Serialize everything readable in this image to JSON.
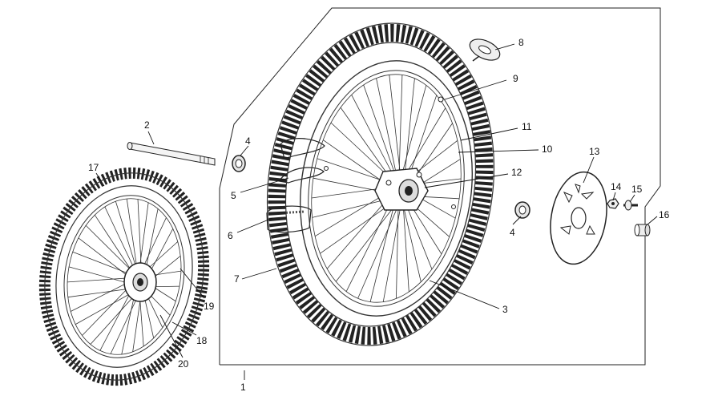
{
  "callouts": [
    {
      "id": "c1",
      "text": "1"
    },
    {
      "id": "c2",
      "text": "2"
    },
    {
      "id": "c3",
      "text": "3"
    },
    {
      "id": "c4a",
      "text": "4"
    },
    {
      "id": "c4b",
      "text": "4"
    },
    {
      "id": "c5",
      "text": "5"
    },
    {
      "id": "c6",
      "text": "6"
    },
    {
      "id": "c7",
      "text": "7"
    },
    {
      "id": "c8",
      "text": "8"
    },
    {
      "id": "c9",
      "text": "9"
    },
    {
      "id": "c10",
      "text": "10"
    },
    {
      "id": "c11",
      "text": "11"
    },
    {
      "id": "c12",
      "text": "12"
    },
    {
      "id": "c13",
      "text": "13"
    },
    {
      "id": "c14",
      "text": "14"
    },
    {
      "id": "c15",
      "text": "15"
    },
    {
      "id": "c16",
      "text": "16"
    },
    {
      "id": "c17",
      "text": "17"
    },
    {
      "id": "c18",
      "text": "18"
    },
    {
      "id": "c19",
      "text": "19"
    },
    {
      "id": "c20",
      "text": "20"
    }
  ]
}
